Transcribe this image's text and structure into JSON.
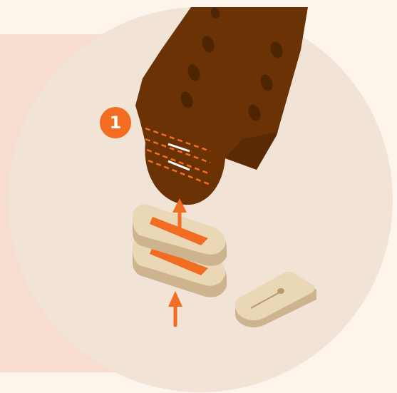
{
  "step": {
    "number": "1"
  },
  "colors": {
    "background": "#fdf4ec",
    "panel": "#f6ddcf",
    "disc": "#f1e3d6",
    "leather": "#6a3205",
    "leather_dark": "#4e2503",
    "wood": "#ead7b6",
    "wood_edge": "#cdb48f",
    "accent": "#f26d21"
  },
  "icons": [
    "leather-strap",
    "wood-loop-top",
    "wood-loop-bottom",
    "wood-peg",
    "arrow-up-icon"
  ]
}
